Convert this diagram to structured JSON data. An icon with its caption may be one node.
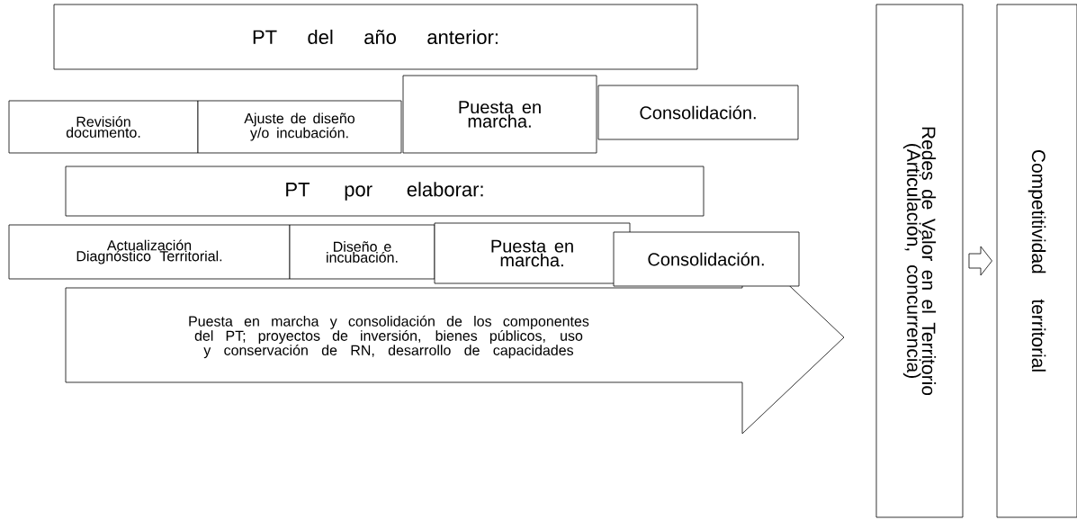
{
  "diagram": {
    "nodes": [
      {
        "text": [
          "PT del año anterior:"
        ]
      },
      {
        "text": [
          "Revisión documento."
        ]
      },
      {
        "text": [
          "Ajuste de diseño y/o incubación."
        ]
      },
      {
        "text": [
          "Puesta en marcha."
        ]
      },
      {
        "text": [
          "Consolidación."
        ]
      },
      {
        "text": [
          "PT por elaborar:"
        ]
      },
      {
        "text": [
          "Actualización Diagnóstico Territorial."
        ]
      },
      {
        "text": [
          "Diseño e incubación."
        ]
      },
      {
        "text": [
          "Puesta en marcha."
        ]
      },
      {
        "text": [
          "Consolidación."
        ]
      },
      {
        "text": [
          "Puesta en marcha y consolidación de los componentes del PT; proyectos de inversión, bienes públicos, uso y conservación de RN, desarrollo de capacidades"
        ]
      },
      {
        "text": [
          "Redes de Valor en el Territorio (Articulación, concurrencia)"
        ]
      },
      {
        "text": [
          "Competitividad territorial"
        ]
      }
    ],
    "edges": [
      {
        "from": 11,
        "to": 12,
        "arrow": "to"
      }
    ]
  }
}
